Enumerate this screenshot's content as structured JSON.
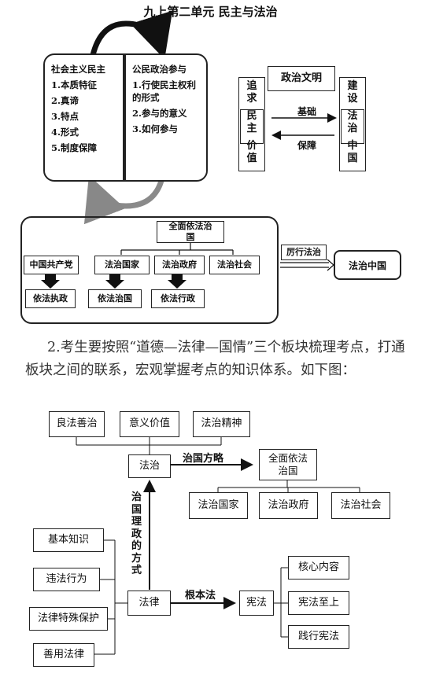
{
  "title": "九上第二单元 民主与法治",
  "cycle": {
    "left": {
      "heading": "社会主义民主",
      "items": [
        "1.本质特征",
        "2.真谛",
        "3.特点",
        "4.形式",
        "5.制度保障"
      ]
    },
    "right": {
      "heading": "公民政治参与",
      "items": [
        "1.行使民主权利的形式",
        "2.参与的意义",
        "3.如何参与"
      ]
    }
  },
  "civil": {
    "top": "政治文明",
    "left_col": [
      "追",
      "求",
      "民",
      "主",
      "价",
      "值"
    ],
    "right_col": [
      "建",
      "设",
      "法",
      "治",
      "中",
      "国"
    ],
    "arrow_top": "基础",
    "arrow_bottom": "保障"
  },
  "lawbox": {
    "top": "全面依法治国",
    "party": "中国共产党",
    "nation": "法治国家",
    "gov": "法治政府",
    "society": "法治社会",
    "rule_gov": "依法执政",
    "rule_nation": "依法治国",
    "rule_admin": "依法行政",
    "arrow_label": "厉行法治",
    "target": "法治中国"
  },
  "paragraph": "2.考生要按照“道德—法律—国情”三个板块梳理考点，打通板块之间的联系，宏观掌握考点的知识体系。如下图：",
  "bottom": {
    "top_boxes": [
      "良法善治",
      "意义价值",
      "法治精神"
    ],
    "fazhi": "法治",
    "fangle_label": "治国方略",
    "quanmian": "全面依法治国",
    "three": [
      "法治国家",
      "法治政府",
      "法治社会"
    ],
    "vertical_label": "治国理政的方式",
    "left_boxes": [
      "基本知识",
      "违法行为",
      "法律特殊保护",
      "善用法律"
    ],
    "falv": "法律",
    "genben_label": "根本法",
    "xianfa": "宪法",
    "right_boxes": [
      "核心内容",
      "宪法至上",
      "践行宪法"
    ]
  }
}
